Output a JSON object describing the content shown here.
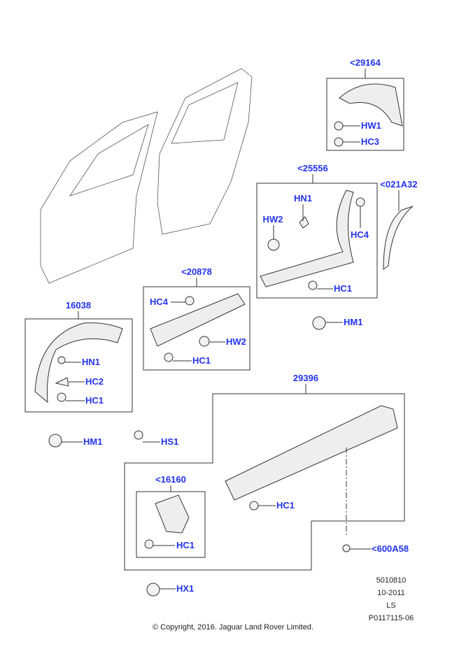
{
  "groups": {
    "g29164": {
      "ref": "<29164",
      "items": [
        "HW1",
        "HC3"
      ]
    },
    "g25556": {
      "ref": "<25556",
      "items": [
        "HN1",
        "HW2",
        "HC4",
        "HC1"
      ]
    },
    "g021A32": {
      "ref": "<021A32"
    },
    "g20878": {
      "ref": "<20878",
      "items": [
        "HC4",
        "HW2",
        "HC1"
      ]
    },
    "g16038": {
      "ref": "16038",
      "items": [
        "HN1",
        "HC2",
        "HC1"
      ]
    },
    "g29396": {
      "ref": "29396",
      "items": [
        "HC1"
      ]
    },
    "g16160": {
      "ref": "<16160",
      "items": [
        "HC1"
      ]
    }
  },
  "loose": {
    "hm1_a": "HM1",
    "hm1_b": "HM1",
    "hs1": "HS1",
    "hx1": "HX1",
    "p600A58": "<600A58"
  },
  "meta": {
    "code": "5010810",
    "date": "10-2011",
    "initials": "LS",
    "illustration": "P0117115-06"
  },
  "copyright": "© Copyright, 2016. Jaguar Land Rover Limited.",
  "colors": {
    "link": "#2233ee",
    "line": "#333333"
  }
}
